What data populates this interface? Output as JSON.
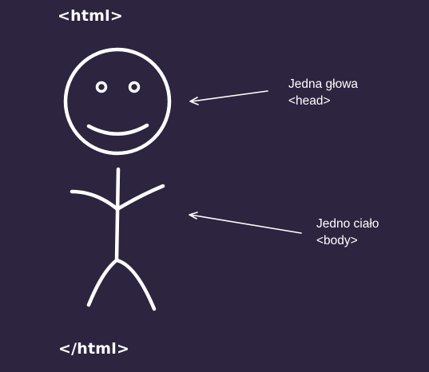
{
  "tags": {
    "open": "<html>",
    "close": "</html>"
  },
  "annotations": {
    "head": {
      "line1": "Jedna głowa",
      "line2": "<head>"
    },
    "body": {
      "line1": "Jedno ciało",
      "line2": "<body>"
    }
  },
  "colors": {
    "background": "#2d2440",
    "foreground": "#ffffff"
  }
}
